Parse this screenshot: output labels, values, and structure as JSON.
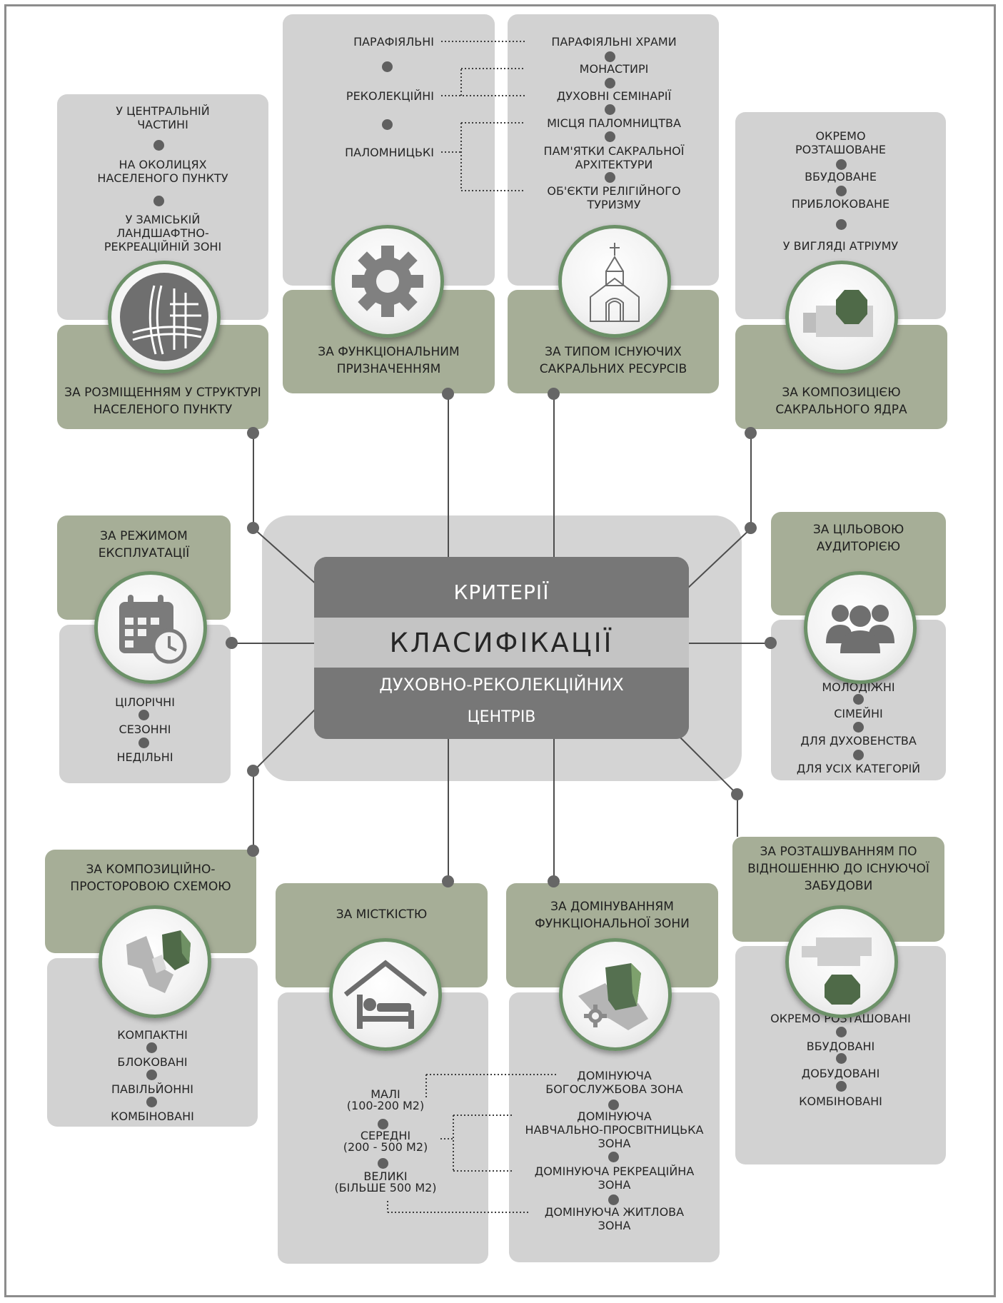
{
  "title": {
    "line1": "Критерії",
    "line2": "класифікації",
    "line3": "духовно-реколекційних",
    "line4": "центрів"
  },
  "colors": {
    "green": "#a6ae97",
    "gray": "#d2d2d2",
    "dark": "#777777",
    "ring": "#6c9168"
  },
  "location": {
    "heading": "За розміщенням у структурі\nнаселеного пункту",
    "icon": "city-map-icon",
    "items": [
      "У центральній\nчастині",
      "На околицях\nнаселеного пункту",
      "У заміській\nландшафтно-\nрекреаційній зоні"
    ]
  },
  "function": {
    "heading": "За функціональним\nпризначенням",
    "icon": "gear-icon",
    "items": [
      "Парафіяльні",
      "Реколекційні",
      "Паломницькі"
    ]
  },
  "resources": {
    "heading": "За типом існуючих\nсакральних ресурсів",
    "icon": "church-icon",
    "items": [
      "Парафіяльні храми",
      "Монастирі",
      "Духовні семінарії",
      "Місця паломництва",
      "Пам'ятки сакральної\nархітектури",
      "Об'єкти релігійного\nтуризму"
    ]
  },
  "core": {
    "heading": "За композицією\nсакрального ядра",
    "icon": "sacral-core-icon",
    "items": [
      "Окремо\nрозташоване",
      "Вбудоване",
      "Приблоковане",
      "У вигляді атріуму"
    ]
  },
  "mode": {
    "heading": "За режимом\nексплуатації",
    "icon": "calendar-clock-icon",
    "items": [
      "Цілорічні",
      "Сезонні",
      "Недільні"
    ]
  },
  "audience": {
    "heading": "За цільовою\nаудиторією",
    "icon": "people-group-icon",
    "items": [
      "Молодіжні",
      "Сімейні",
      "Для духовенства",
      "Для усіх категорій"
    ]
  },
  "composition": {
    "heading": "За композиційно-\nпросторовою схемою",
    "icon": "blocks-plan-icon",
    "items": [
      "Компактні",
      "Блоковані",
      "Павільйонні",
      "Комбіновані"
    ]
  },
  "capacity": {
    "heading": "За місткістю",
    "icon": "bed-house-icon",
    "items": [
      "Малі\n(100-200 м2)",
      "Середні\n(200 - 500 м2)",
      "Великі\n(більше 500 м2)"
    ]
  },
  "zone": {
    "heading": "За домінуванням\nфункціональної зони",
    "icon": "zone-blocks-icon",
    "items": [
      "Домінуюча\nбогослужбова зона",
      "Домінуюча\nнавчально-просвітницька\nзона",
      "Домінуюча рекреаційна\nзона",
      "Домінуюча житлова\nзона"
    ]
  },
  "position": {
    "heading": "За розташуванням по\nвідношенню до існуючої\nзабудови",
    "icon": "site-plan-icon",
    "items": [
      "Окремо розташовані",
      "Вбудовані",
      "Добудовані",
      "Комбіновані"
    ]
  }
}
